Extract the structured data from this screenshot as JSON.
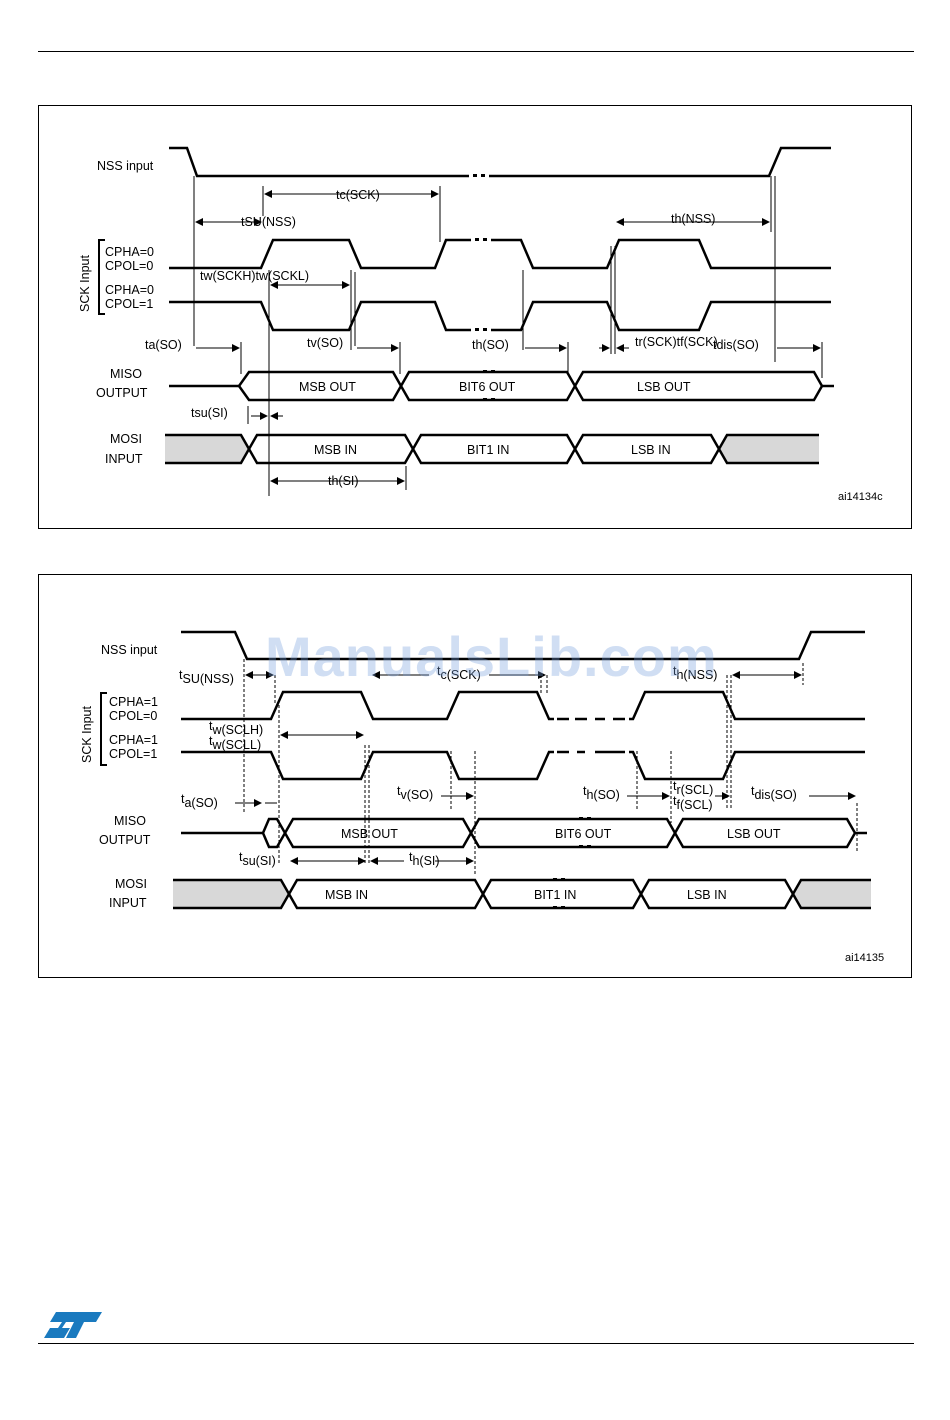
{
  "figure1": {
    "signals": {
      "nss": "NSS input",
      "sck_group": "SCK Input",
      "cpha0": "CPHA=0",
      "cpol0": "CPOL=0",
      "cpha0b": "CPHA=0",
      "cpol1": "CPOL=1",
      "miso1": "MISO",
      "miso2": "OUTPUT",
      "mosi1": "MOSI",
      "mosi2": "INPUT"
    },
    "timings": {
      "tc": "tc(SCK)",
      "tsu_nss": "tSU(NSS)",
      "th_nss": "th(NSS)",
      "tw": "tw(SCKH)tw(SCKL)",
      "ta": "ta(SO)",
      "tv": "tv(SO)",
      "th_so": "th(SO)",
      "tr_tf": "tr(SCK)tf(SCK)",
      "tdis": "tdis(SO)",
      "tsu_si": "tsu(SI)",
      "th_si": "th(SI)"
    },
    "data": {
      "msb_out": "MSB OUT",
      "bit6_out": "BIT6 OUT",
      "lsb_out": "LSB OUT",
      "msb_in": "MSB IN",
      "bit1_in": "BIT1 IN",
      "lsb_in": "LSB IN"
    },
    "id": "ai14134c"
  },
  "figure2": {
    "signals": {
      "nss": "NSS input",
      "sck_group": "SCK Input",
      "cpha1": "CPHA=1",
      "cpol0": "CPOL=0",
      "cpha1b": "CPHA=1",
      "cpol1": "CPOL=1",
      "miso1": "MISO",
      "miso2": "OUTPUT",
      "mosi1": "MOSI",
      "mosi2": "INPUT"
    },
    "timings": {
      "tsu_nss_t": "t",
      "tsu_nss_s": "SU(NSS)",
      "tc_t": "t",
      "tc_s": "c(SCK)",
      "th_nss_t": "t",
      "th_nss_s": "h(NSS)",
      "twh_t": "t",
      "twh_s": "w(SCLH)",
      "twl_t": "t",
      "twl_s": "w(SCLL)",
      "ta_t": "t",
      "ta_s": "a(SO)",
      "tv_t": "t",
      "tv_s": "v(SO)",
      "th_so_t": "t",
      "th_so_s": "h(SO)",
      "tr_t": "t",
      "tr_s": "r(SCL)",
      "tf_t": "t",
      "tf_s": "f(SCL)",
      "tdis_t": "t",
      "tdis_s": "dis(SO)",
      "tsu_si_t": "t",
      "tsu_si_s": "su(SI)",
      "th_si_t": "t",
      "th_si_s": "h(SI)"
    },
    "data": {
      "msb_out": "MSB OUT",
      "bit6_out": "BIT6 OUT",
      "lsb_out": "LSB OUT",
      "msb_in": "MSB IN",
      "bit1_in": "BIT1 IN",
      "lsb_in": "LSB IN"
    },
    "id": "ai14135"
  },
  "watermark": "ManualsLib.com",
  "logo_text": "ST"
}
